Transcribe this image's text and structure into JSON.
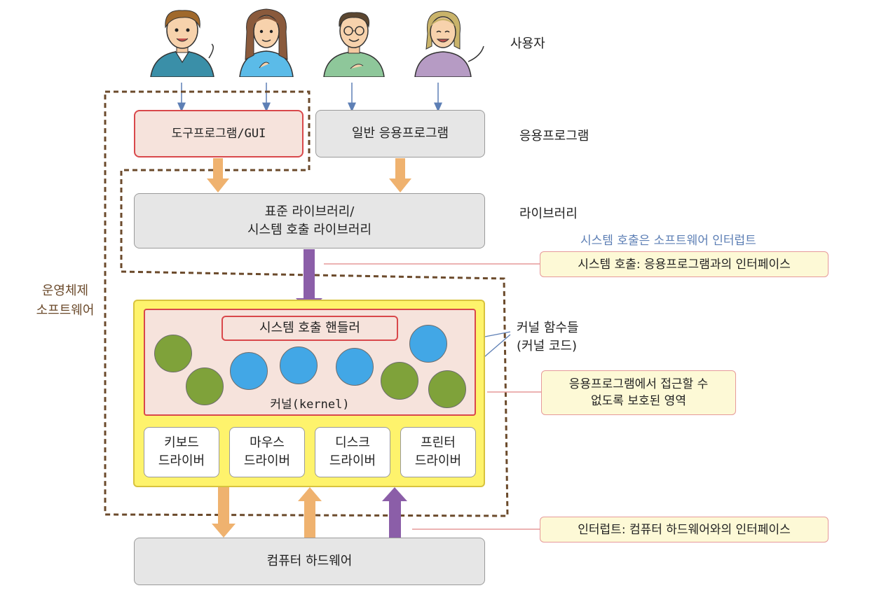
{
  "labels": {
    "users": "사용자",
    "applications": "응용프로그램",
    "library": "라이브러리",
    "os_software_line1": "운영체제",
    "os_software_line2": "소프트웨어",
    "kernel_functions_line1": "커널 함수들",
    "kernel_functions_line2": "(커널 코드)",
    "syscall_note": "시스템 호출은 소프트웨어 인터럽트"
  },
  "boxes": {
    "tool_program": "도구프로그램/GUI",
    "general_app": "일반 응용프로그램",
    "stdlib_line1": "표준 라이브러리/",
    "stdlib_line2": "시스템 호출 라이브러리",
    "syscall_handler": "시스템 호출 핸들러",
    "kernel": "커널(kernel)",
    "hardware": "컴퓨터 하드웨어"
  },
  "drivers": [
    {
      "line1": "키보드",
      "line2": "드라이버"
    },
    {
      "line1": "마우스",
      "line2": "드라이버"
    },
    {
      "line1": "디스크",
      "line2": "드라이버"
    },
    {
      "line1": "프린터",
      "line2": "드라이버"
    }
  ],
  "callouts": {
    "syscall": "시스템 호출: 응용프로그램과의 인터페이스",
    "protected_line1": "응용프로그램에서 접근할 수",
    "protected_line2": "없도록 보호된 영역",
    "interrupt": "인터럽트: 컴퓨터 하드웨어와의 인터페이스"
  },
  "colors": {
    "orange_arrow": "#efb26f",
    "purple_arrow": "#8b5ea8",
    "kernel_yellow": "#fef36c",
    "kernel_pink": "#f6e3dc",
    "red_border": "#d9484b",
    "green_function": "#7fa23a",
    "blue_function": "#42a7e6",
    "dashed_boundary": "#6b4a2b",
    "note_blue": "#5d7fb5"
  }
}
